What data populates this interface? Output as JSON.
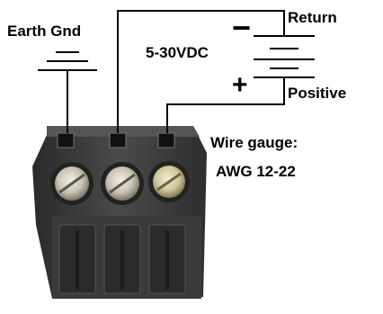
{
  "labels": {
    "earth_gnd": "Earth Gnd",
    "voltage": "5-30VDC",
    "return": "Return",
    "positive": "Positive",
    "wire_gauge": "Wire gauge:",
    "awg": "AWG 12-22"
  },
  "symbols": {
    "minus": "−",
    "plus": "+"
  },
  "colors": {
    "wire": "#000000",
    "connector_body": "#3c3c3c",
    "connector_dark": "#1a1a1a",
    "screw_metal": "#d8d4c8",
    "background": "#ffffff"
  }
}
